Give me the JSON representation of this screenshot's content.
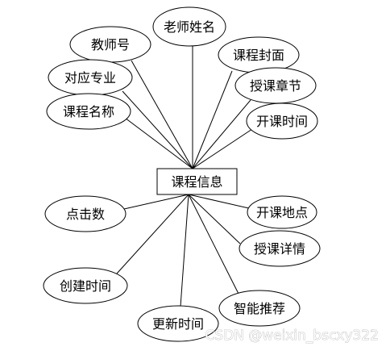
{
  "diagram": {
    "entity": "课程信息",
    "attributes": [
      "老师姓名",
      "教师号",
      "课程封面",
      "对应专业",
      "授课章节",
      "课程名称",
      "开课时间",
      "点击数",
      "开课地点",
      "授课详情",
      "创建时间",
      "智能推荐",
      "更新时间"
    ]
  },
  "watermark": "CSDN @weixin_bscxy322",
  "colors": {
    "stroke": "#000000",
    "background": "#ffffff"
  }
}
